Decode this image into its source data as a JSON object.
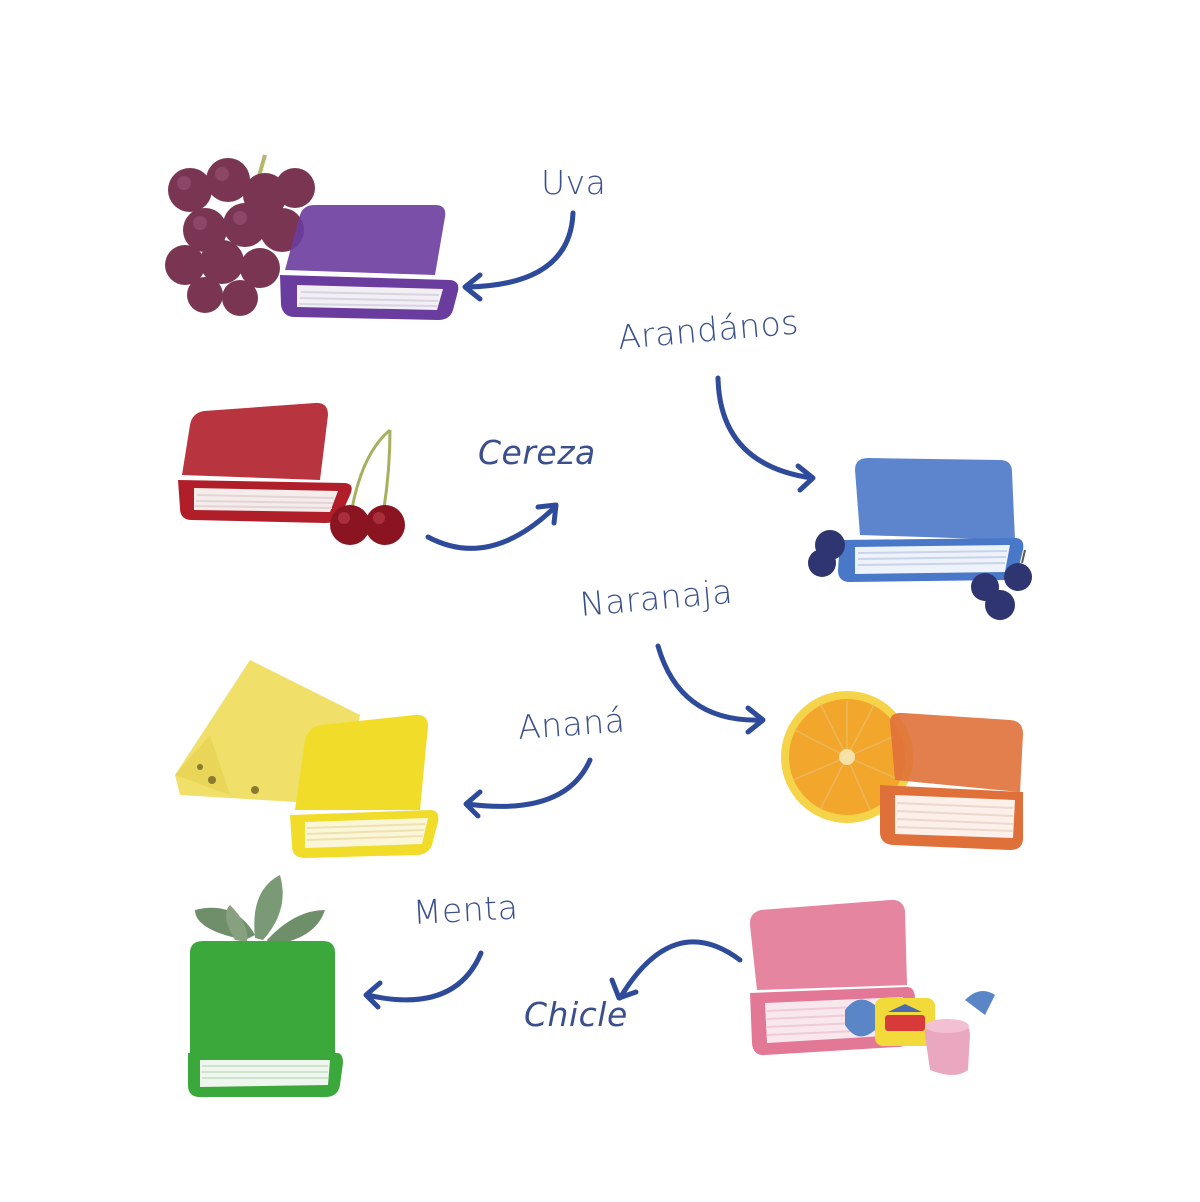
{
  "infographic": {
    "theme": {
      "text_color": "#3a4f8c",
      "arrow_color": "#2e4a9a",
      "background": "#ffffff"
    },
    "flavors": [
      {
        "id": "uva",
        "label": "Uva",
        "fruit": "grapes",
        "case_color": "#6a3c9e",
        "fruit_color": "#7a3552"
      },
      {
        "id": "arandanos",
        "label": "Arandános",
        "fruit": "blueberries",
        "case_color": "#4a78c8",
        "fruit_color": "#2e3570"
      },
      {
        "id": "cereza",
        "label": "Cereza",
        "fruit": "cherries",
        "case_color": "#b01e2a",
        "fruit_color": "#8a1420"
      },
      {
        "id": "naranja",
        "label": "Naranaja",
        "fruit": "orange-half",
        "case_color": "#e0703a",
        "fruit_color": "#f2a62c"
      },
      {
        "id": "anana",
        "label": "Ananá",
        "fruit": "pineapple-wedge",
        "case_color": "#f2dc2a",
        "fruit_color": "#f0e06a"
      },
      {
        "id": "menta",
        "label": "Menta",
        "fruit": "mint-leaves",
        "case_color": "#3aa83a",
        "fruit_color": "#6e8f6a"
      },
      {
        "id": "chicle",
        "label": "Chicle",
        "fruit": "bubble-gum-candy",
        "case_color": "#e27896",
        "fruit_color": "#e9a8c0"
      }
    ]
  }
}
